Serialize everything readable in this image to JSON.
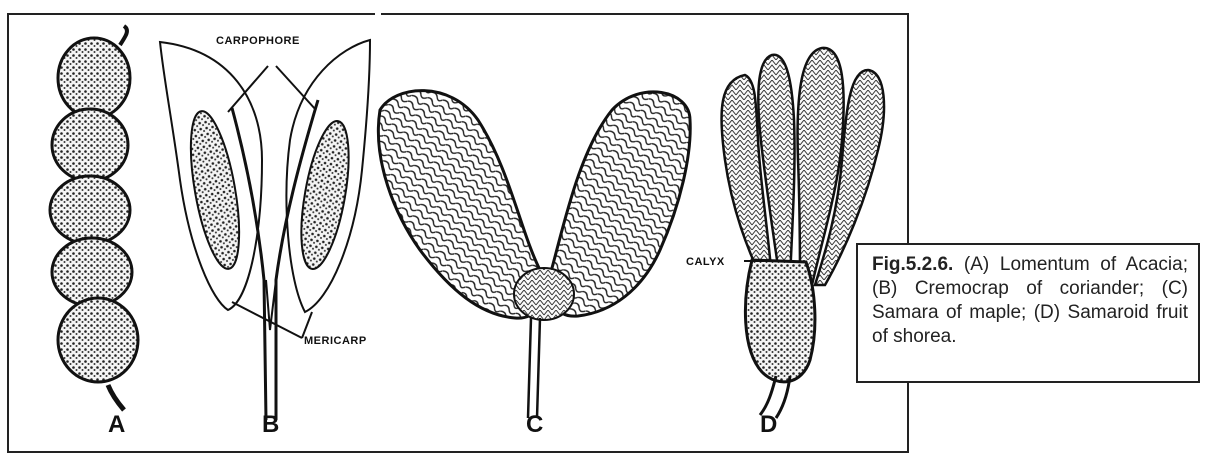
{
  "figure": {
    "panels": [
      "A",
      "B",
      "C",
      "D"
    ],
    "callouts": {
      "carpophore": "CARPOPHORE",
      "mericarp": "MERICARP",
      "calyx": "CALYX"
    }
  },
  "caption": {
    "number": "Fig.5.2.6.",
    "text": " (A) Lomentum of Acacia; (B) Cremocrap of coriander; (C) Samara of maple; (D) Samaroid fruit of shorea."
  }
}
